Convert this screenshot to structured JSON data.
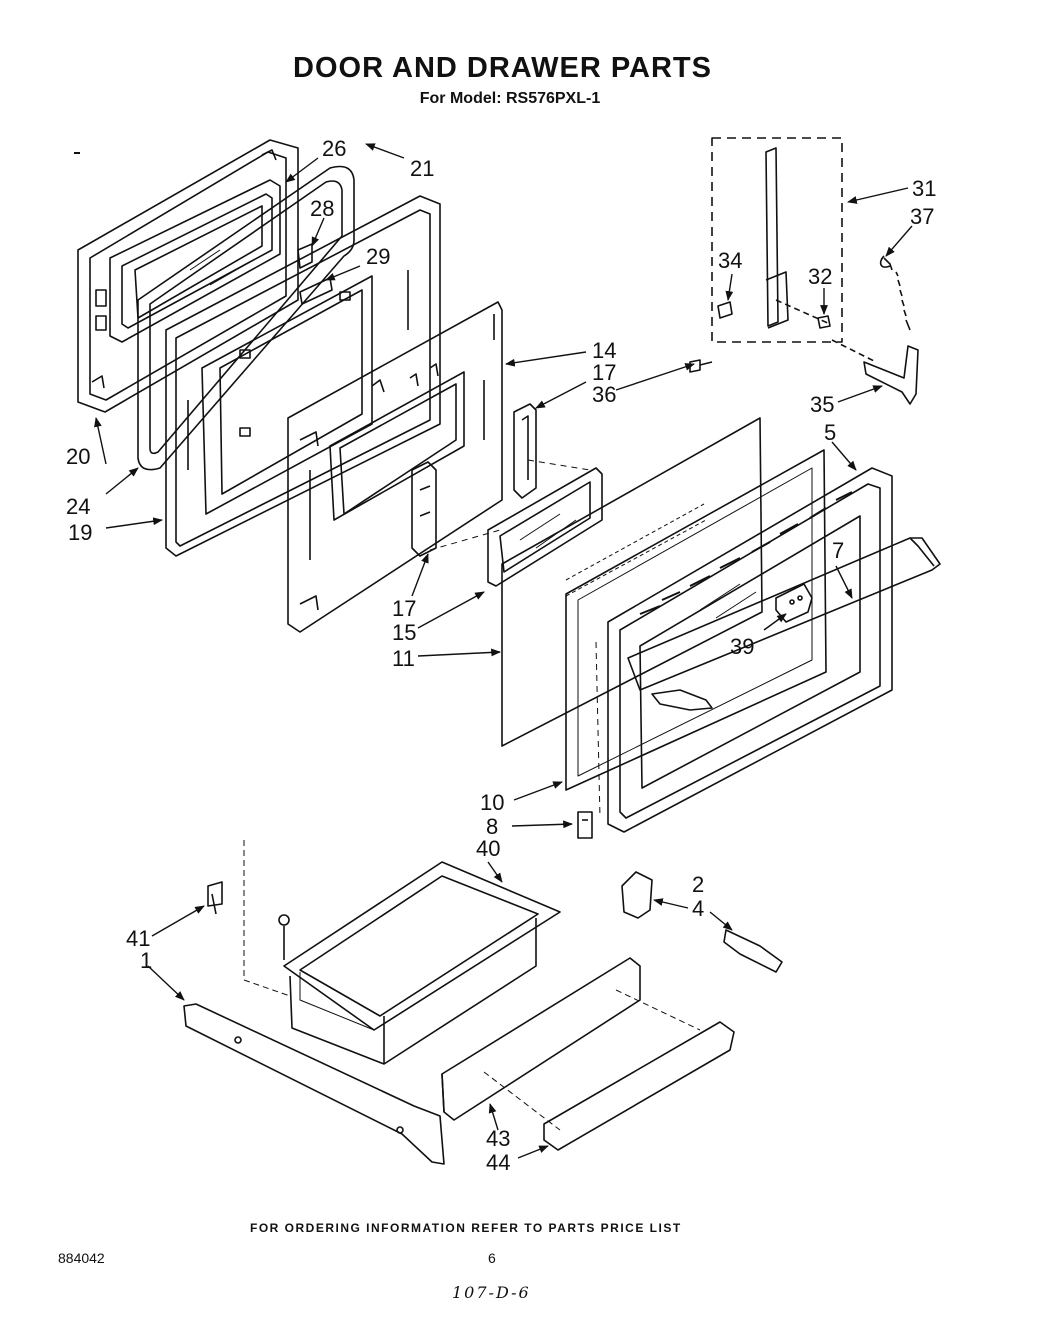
{
  "header": {
    "title": "DOOR AND DRAWER PARTS",
    "model_line": "For Model: RS576PXL-1"
  },
  "callouts": {
    "p1": "1",
    "p2": "2",
    "p4": "4",
    "p5": "5",
    "p7": "7",
    "p8": "8",
    "p10": "10",
    "p11": "11",
    "p14": "14",
    "p15": "15",
    "p17a": "17",
    "p17b": "17",
    "p19": "19",
    "p20": "20",
    "p21": "21",
    "p24": "24",
    "p26": "26",
    "p28": "28",
    "p29": "29",
    "p31": "31",
    "p32": "32",
    "p34": "34",
    "p35": "35",
    "p36": "36",
    "p37": "37",
    "p39": "39",
    "p40": "40",
    "p41": "41",
    "p43": "43",
    "p44": "44"
  },
  "footer": {
    "ordering_note": "FOR ORDERING INFORMATION REFER TO PARTS PRICE LIST",
    "doc_number": "884042",
    "page_number": "6",
    "handwritten_note": "107-D-6"
  }
}
